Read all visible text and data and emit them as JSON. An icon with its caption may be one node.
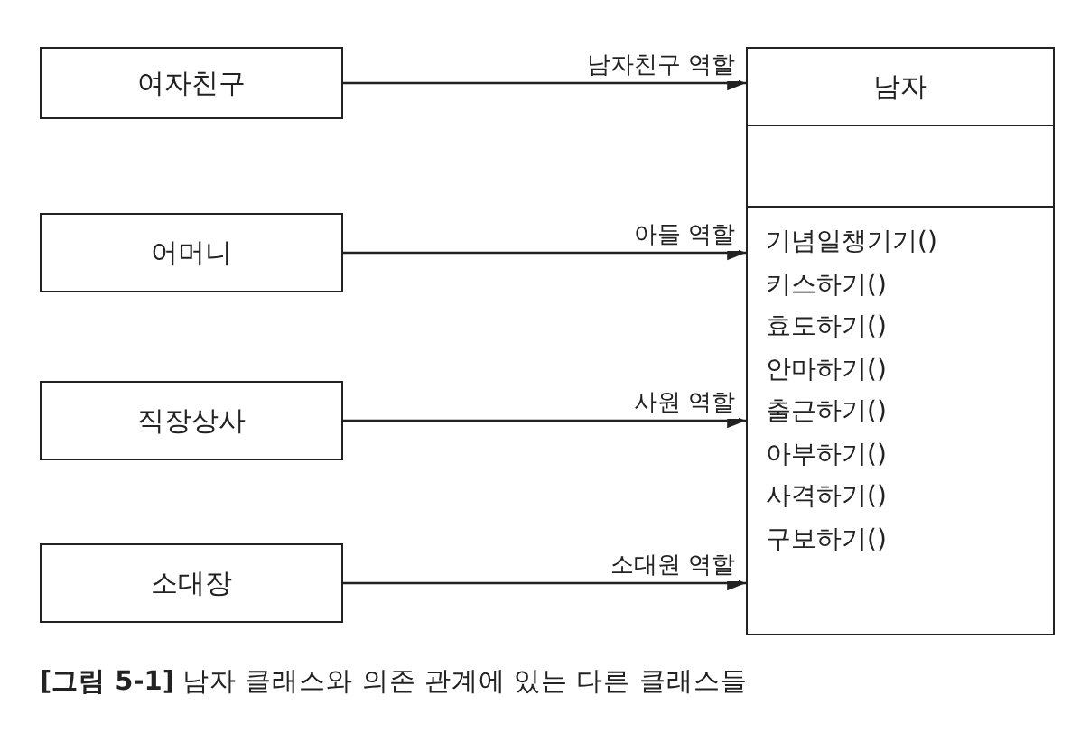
{
  "diagram": {
    "caption": "**[그림 5-1]** 남자 클래스와 의존 관계에 있는 다른 클래스들",
    "nodes": [
      {
        "text": [
          "여자친구"
        ]
      },
      {
        "text": [
          "어머니"
        ]
      },
      {
        "text": [
          "직장상사"
        ]
      },
      {
        "text": [
          "소대장"
        ]
      },
      {
        "text": [
          "남자",
          "기념일챙기기()",
          "키스하기()",
          "효도하기()",
          "안마하기()",
          "출근하기()",
          "아부하기()",
          "사격하기()",
          "구보하기()"
        ]
      }
    ],
    "edges": [
      {
        "from": 0,
        "to": 4,
        "arrow": "to",
        "label": "남자친구 역할"
      },
      {
        "from": 1,
        "to": 4,
        "arrow": "to",
        "label": "아들 역할"
      },
      {
        "from": 2,
        "to": 4,
        "arrow": "to",
        "label": "사원 역할"
      },
      {
        "from": 3,
        "to": 4,
        "arrow": "to",
        "label": "소대원 역할"
      }
    ]
  }
}
